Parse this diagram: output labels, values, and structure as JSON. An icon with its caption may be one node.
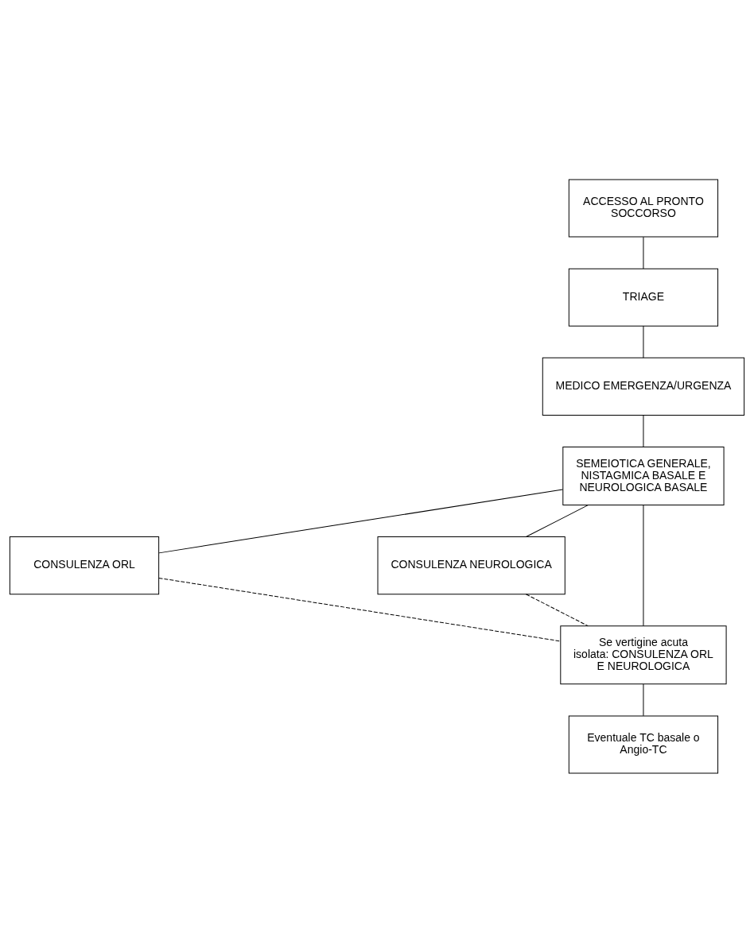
{
  "diagram": {
    "nodes": [
      {
        "text": [
          "ACCESSO AL PRONTO SOCCORSO"
        ]
      },
      {
        "text": [
          "TRIAGE"
        ]
      },
      {
        "text": [
          "MEDICO EMERGENZA/URGENZA"
        ]
      },
      {
        "text": [
          "SEMEIOTICA GENERALE, NISTAGMICA BASALE E NEUROLOGICA BASALE"
        ]
      },
      {
        "text": [
          "CONSULENZA ORL"
        ]
      },
      {
        "text": [
          "CONSULENZA NEUROLOGICA"
        ]
      },
      {
        "text": [
          "Se vertigine acuta isolata: CONSULENZA ORL E NEUROLOGICA"
        ]
      },
      {
        "text": [
          "Eventuale TC basale o Angio-TC"
        ]
      }
    ],
    "edges": [
      {
        "from": 0,
        "to": 1,
        "arrow": "none"
      },
      {
        "from": 1,
        "to": 2,
        "arrow": "none"
      },
      {
        "from": 2,
        "to": 3,
        "arrow": "none"
      },
      {
        "from": 3,
        "to": 4,
        "arrow": "none"
      },
      {
        "from": 3,
        "to": 6,
        "arrow": "none"
      },
      {
        "from": 3,
        "to": 5,
        "arrow": "none"
      },
      {
        "from": 4,
        "to": 6,
        "arrow": "none",
        "style": "dashed"
      },
      {
        "from": 5,
        "to": 6,
        "arrow": "none",
        "style": "dashed"
      },
      {
        "from": 6,
        "to": 7,
        "arrow": "none"
      }
    ]
  }
}
